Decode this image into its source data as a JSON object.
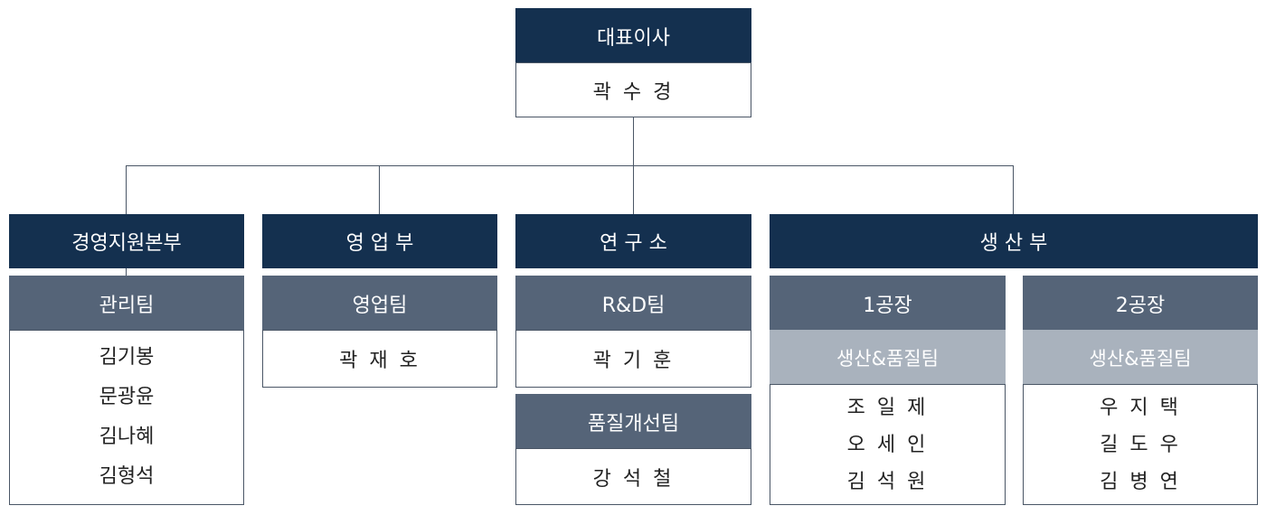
{
  "ceo": {
    "title": "대표이사",
    "name": "곽 수 경"
  },
  "departments": {
    "management": {
      "title": "경영지원본부",
      "team": "관리팀",
      "members": [
        "김기봉",
        "문광윤",
        "김나혜",
        "김형석"
      ]
    },
    "sales": {
      "title": "영 업 부",
      "team": "영업팀",
      "members": [
        "곽 재 호"
      ]
    },
    "research": {
      "title": "연 구 소",
      "teams": [
        {
          "name": "R&D팀",
          "members": [
            "곽 기 훈"
          ]
        },
        {
          "name": "품질개선팀",
          "members": [
            "강 석 철"
          ]
        }
      ]
    },
    "production": {
      "title": "생 산 부",
      "plants": [
        {
          "name": "1공장",
          "team": "생산&품질팀",
          "members": [
            "조 일 제",
            "오 세 인",
            "김 석 원"
          ]
        },
        {
          "name": "2공장",
          "team": "생산&품질팀",
          "members": [
            "우 지 택",
            "길 도 우",
            "김 병 연"
          ]
        }
      ]
    }
  }
}
